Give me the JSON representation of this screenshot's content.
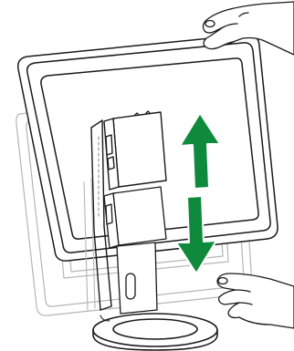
{
  "illustration": {
    "subject": "monitor-height-adjustment",
    "positions": [
      "raised",
      "lowered"
    ],
    "arrow_direction": "up-and-down",
    "colors": {
      "outline": "#1a1a1a",
      "ghost_outline": "#b3b3b3",
      "arrow": "#0f8a3c",
      "arrow_edge": "#ffffff",
      "background": "#ffffff"
    },
    "icons": [
      "up-arrow-icon",
      "down-arrow-icon",
      "hand-icon"
    ]
  }
}
